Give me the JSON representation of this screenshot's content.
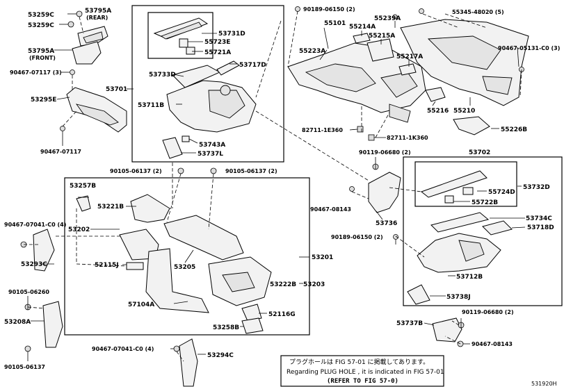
{
  "diagram_id": "531920H",
  "labels": {
    "l53259c_a": "53259C",
    "l53795a_rear": "53795A",
    "l_rear": "(REAR)",
    "l53259c_b": "53259C",
    "l53795a_front": "53795A",
    "l_front": "(FRONT)",
    "l90467_07117_3": "90467-07117 (3)",
    "l53295e": "53295E",
    "l90467_07117": "90467-07117",
    "l53701": "53701",
    "l53731d": "53731D",
    "l55723e": "55723E",
    "l55721a": "55721A",
    "l53733d": "53733D",
    "l53717d": "53717D",
    "l53711b": "53711B",
    "l53743a": "53743A",
    "l53737l": "53737L",
    "l90105_06137_2a": "90105-06137 (2)",
    "l90105_06137_2b": "90105-06137 (2)",
    "l90189_06150_2a": "90189-06150 (2)",
    "l55239a": "55239A",
    "l55345": "55345-48020 (5)",
    "l55101": "55101",
    "l55214a": "55214A",
    "l55215a": "55215A",
    "l55223a": "55223A",
    "l55217a": "55217A",
    "l90467_05131": "90467-05131-C0 (3)",
    "l55216": "55216",
    "l55210": "55210",
    "l55226b": "55226B",
    "l82711_1e360": "82711-1E360",
    "l82711_1k360": "82711-1K360",
    "l90119_06680_2a": "90119-06680 (2)",
    "l53702": "53702",
    "l53732d": "53732D",
    "l55724d": "55724D",
    "l55722b": "55722B",
    "l90467_08143a": "90467-08143",
    "l53736": "53736",
    "l53734c": "53734C",
    "l53718d": "53718D",
    "l90189_06150_2b": "90189-06150 (2)",
    "l53712b": "53712B",
    "l53738j": "53738J",
    "l90119_06680_2b": "90119-06680 (2)",
    "l53737b": "53737B",
    "l90467_08143b": "90467-08143",
    "l53257b": "53257B",
    "l53221b": "53221B",
    "l90467_07041_4a": "90467-07041-C0 (4)",
    "l53202": "53202",
    "l53293c": "53293C",
    "l52115j": "52115J",
    "l53205": "53205",
    "l53201": "53201",
    "l53222b": "53222B",
    "l53203": "53203",
    "l90105_06260": "90105-06260",
    "l57104a": "57104A",
    "l52116g": "52116G",
    "l53208a": "53208A",
    "l53258b": "53258B",
    "l90467_07041_4b": "90467-07041-C0 (4)",
    "l53294c": "53294C",
    "l90105_06137": "90105-06137"
  },
  "note": {
    "jp": "プラグホールは FIG 57-01 に掲載してあります。",
    "en": "Regarding PLUG HOLE , it is indicated in FIG 57-01",
    "ref": "(REFER TO FIG 57-0)"
  }
}
